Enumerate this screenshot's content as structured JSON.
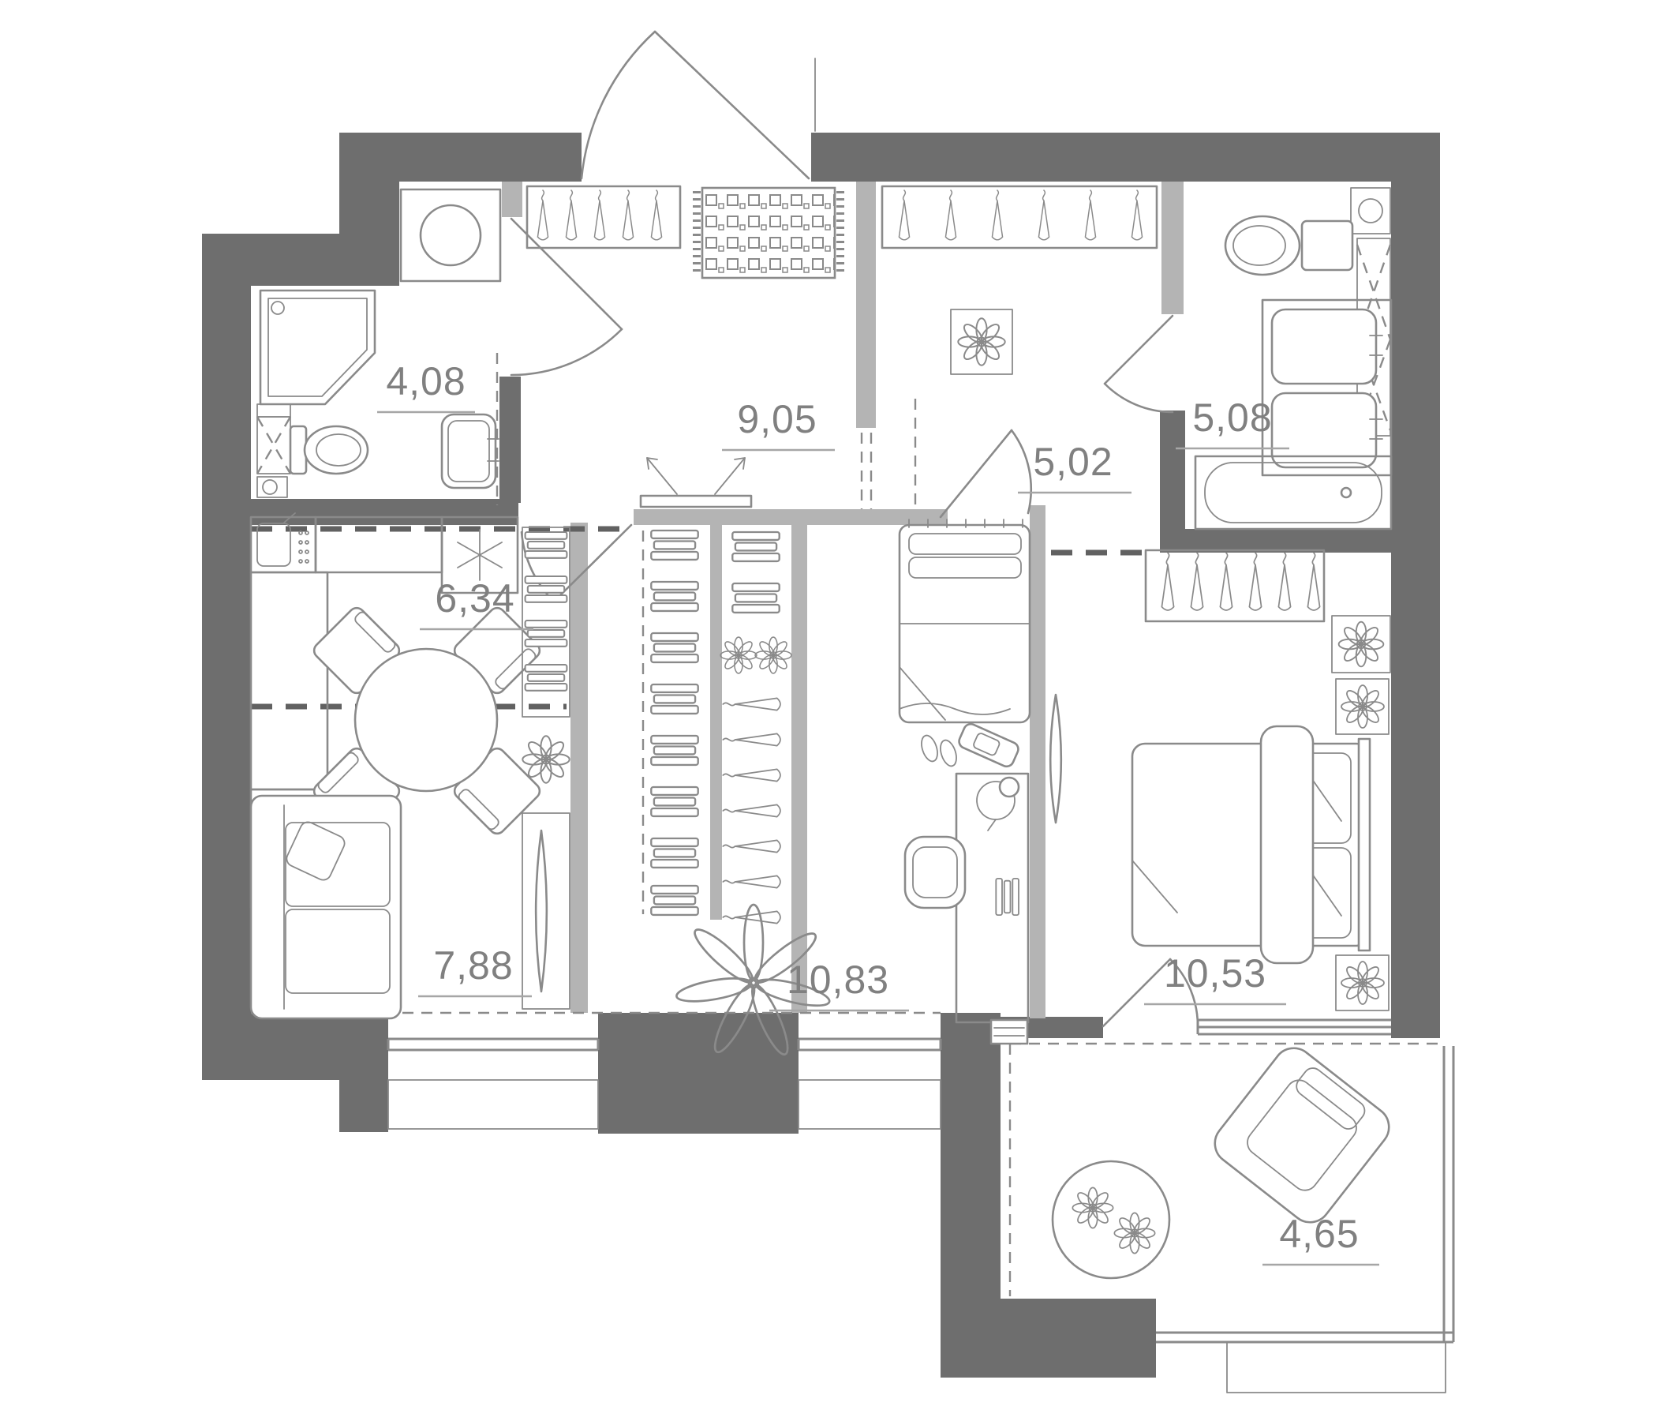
{
  "page": {
    "title": "Apartment floor plan with room areas (m2)"
  },
  "colors": {
    "wall": "#6e6e6e",
    "partition": "#b4b4b4",
    "line": "#8a8a8a",
    "dash": "#616161",
    "label": "#808080",
    "underline": "#a6a6a6",
    "background": "#ffffff"
  },
  "rooms": [
    {
      "name": "bathroom-small",
      "area": "4,08"
    },
    {
      "name": "hallway",
      "area": "9,05"
    },
    {
      "name": "corridor",
      "area": "5,02"
    },
    {
      "name": "bathroom-large",
      "area": "5,08"
    },
    {
      "name": "kitchen",
      "area": "6,34"
    },
    {
      "name": "living-room",
      "area": "7,88"
    },
    {
      "name": "bedroom-child",
      "area": "10,83"
    },
    {
      "name": "bedroom-master",
      "area": "10,53"
    },
    {
      "name": "balcony",
      "area": "4,65"
    }
  ]
}
